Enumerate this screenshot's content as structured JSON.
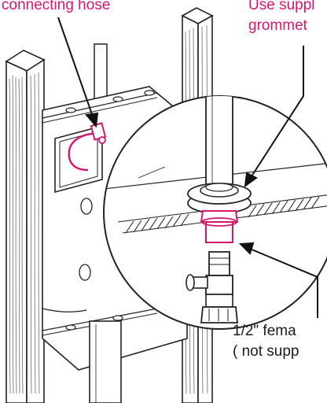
{
  "labels": {
    "connecting_hose": "connecting hose",
    "supplied_grommet_line1": "Use suppl",
    "supplied_grommet_line2": "grommet",
    "female_line1": "1/2\" fema",
    "female_line2": "( not supp"
  },
  "colors": {
    "accent": "#d6156e",
    "line": "#1a1a1a"
  }
}
